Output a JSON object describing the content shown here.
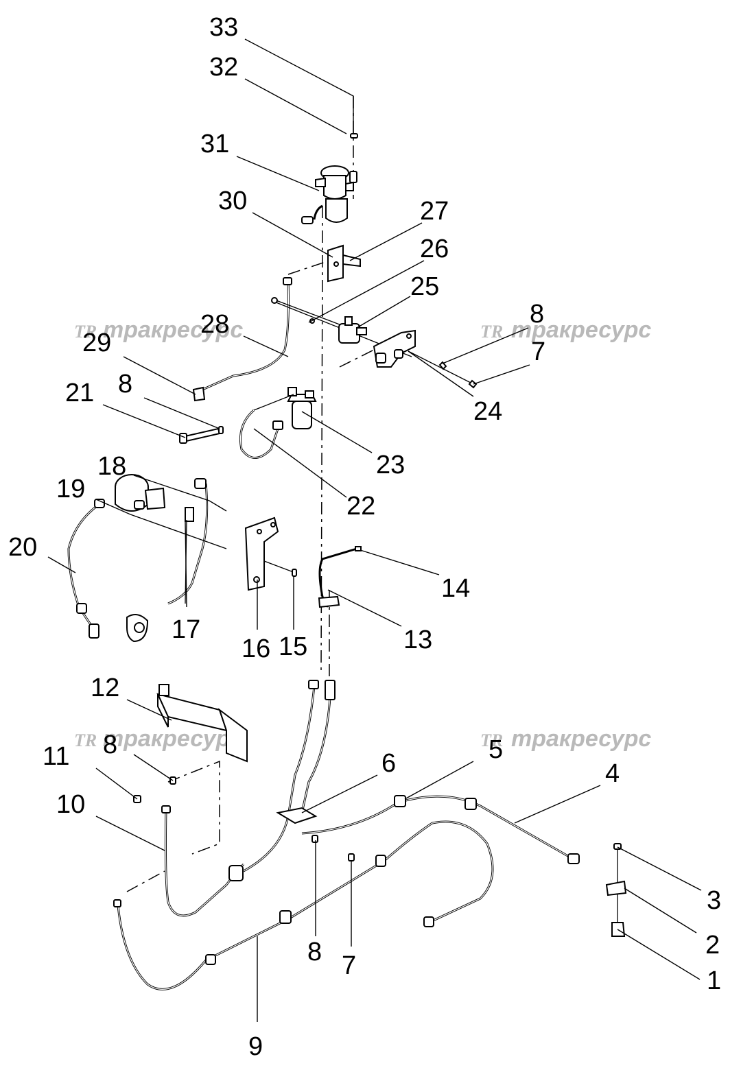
{
  "watermark": {
    "brand": "трaкресурс",
    "logo": "TR"
  },
  "callouts": [
    {
      "id": "c33",
      "label": "33"
    },
    {
      "id": "c32",
      "label": "32"
    },
    {
      "id": "c31",
      "label": "31"
    },
    {
      "id": "c30",
      "label": "30"
    },
    {
      "id": "c27",
      "label": "27"
    },
    {
      "id": "c26",
      "label": "26"
    },
    {
      "id": "c25",
      "label": "25"
    },
    {
      "id": "c8a",
      "label": "8"
    },
    {
      "id": "c7a",
      "label": "7"
    },
    {
      "id": "c24",
      "label": "24"
    },
    {
      "id": "c28",
      "label": "28"
    },
    {
      "id": "c29",
      "label": "29"
    },
    {
      "id": "c21",
      "label": "21"
    },
    {
      "id": "c8b",
      "label": "8"
    },
    {
      "id": "c23",
      "label": "23"
    },
    {
      "id": "c22",
      "label": "22"
    },
    {
      "id": "c18",
      "label": "18"
    },
    {
      "id": "c19",
      "label": "19"
    },
    {
      "id": "c20",
      "label": "20"
    },
    {
      "id": "c14",
      "label": "14"
    },
    {
      "id": "c13",
      "label": "13"
    },
    {
      "id": "c17",
      "label": "17"
    },
    {
      "id": "c16",
      "label": "16"
    },
    {
      "id": "c15",
      "label": "15"
    },
    {
      "id": "c12",
      "label": "12"
    },
    {
      "id": "c11",
      "label": "11"
    },
    {
      "id": "c8c",
      "label": "8"
    },
    {
      "id": "c10",
      "label": "10"
    },
    {
      "id": "c6",
      "label": "6"
    },
    {
      "id": "c5",
      "label": "5"
    },
    {
      "id": "c4",
      "label": "4"
    },
    {
      "id": "c3",
      "label": "3"
    },
    {
      "id": "c2",
      "label": "2"
    },
    {
      "id": "c1",
      "label": "1"
    },
    {
      "id": "c8d",
      "label": "8"
    },
    {
      "id": "c7b",
      "label": "7"
    },
    {
      "id": "c9",
      "label": "9"
    }
  ]
}
